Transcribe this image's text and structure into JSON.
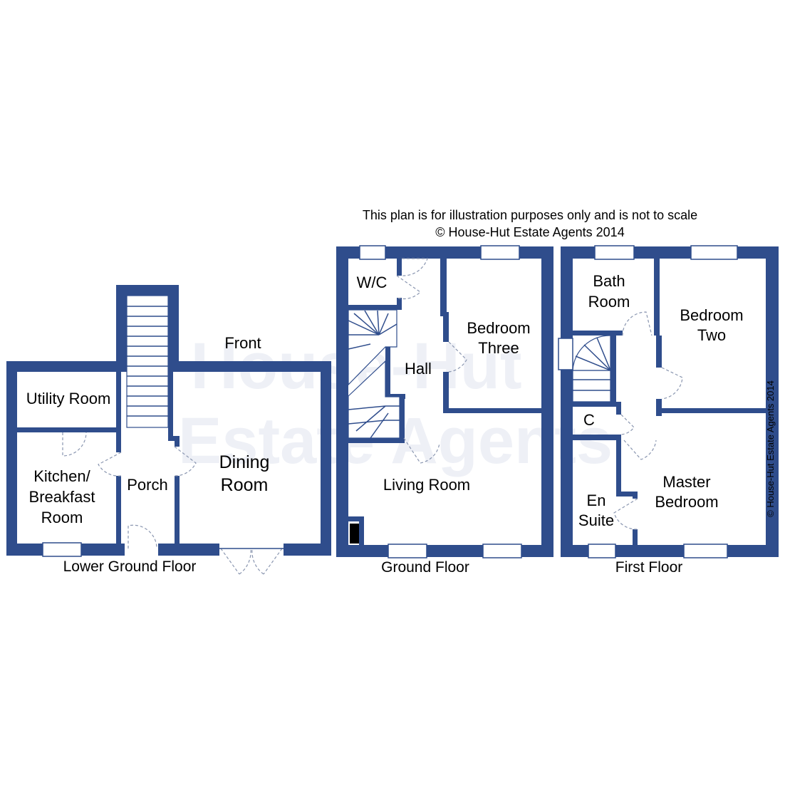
{
  "notice": {
    "line1": "This plan is for illustration purposes only and is not to scale",
    "line2": "© House-Hut Estate Agents 2014",
    "side_copyright": "© House-Hut Estate Agents 2014",
    "watermark_line1": "House-Hut",
    "watermark_line2": "Estate Agents"
  },
  "front_label": "Front",
  "floors": {
    "lower_ground": {
      "name": "Lower Ground Floor",
      "rooms": {
        "utility": "Utility Room",
        "kitchen_1": "Kitchen/",
        "kitchen_2": "Breakfast",
        "kitchen_3": "Room",
        "porch": "Porch",
        "dining_1": "Dining",
        "dining_2": "Room"
      }
    },
    "ground": {
      "name": "Ground Floor",
      "rooms": {
        "wc": "W/C",
        "hall": "Hall",
        "bedroom3_1": "Bedroom",
        "bedroom3_2": "Three",
        "living": "Living Room"
      }
    },
    "first": {
      "name": "First Floor",
      "rooms": {
        "bath_1": "Bath",
        "bath_2": "Room",
        "bedroom2_1": "Bedroom",
        "bedroom2_2": "Two",
        "cupboard": "C",
        "master_1": "Master",
        "master_2": "Bedroom",
        "ensuite_1": "En",
        "ensuite_2": "Suite"
      }
    }
  },
  "colors": {
    "wall": "#2f4d8c",
    "door_swing": "#8a96b0",
    "watermark": "#eef0f6"
  }
}
